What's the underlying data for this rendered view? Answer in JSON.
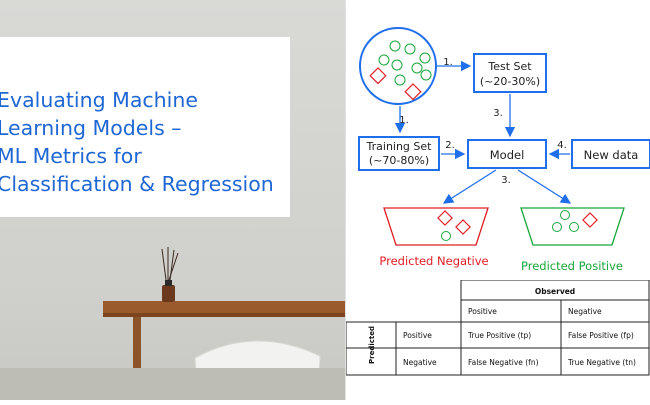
{
  "slide": {
    "title": "Evaluating Machine\nLearning Models –\nML Metrics for\nClassification & Regression"
  },
  "diagram": {
    "test_set": [
      "Test Set",
      "(~20-30%)"
    ],
    "training_set": [
      "Training Set",
      "(~70-80%)"
    ],
    "model": "Model",
    "new_data": "New data",
    "step1a": "1.",
    "step1b": "1.",
    "step2": "2.",
    "step3a": "3.",
    "step3b": "3.",
    "step4": "4.",
    "predicted_negative": "Predicted Negative",
    "predicted_positive": "Predicted Positive",
    "colors": {
      "blue": "#1f6feb",
      "red": "#e11d24",
      "green": "#1aa53a"
    }
  },
  "matrix": {
    "observed": "Observed",
    "predicted": "Predicted",
    "col_positive": "Positive",
    "col_negative": "Negative",
    "row_positive": "Positive",
    "row_negative": "Negative",
    "tp": "True Positive (tp)",
    "fp": "False Positive (fp)",
    "fn": "False Negative (fn)",
    "tn": "True Negative (tn)"
  }
}
